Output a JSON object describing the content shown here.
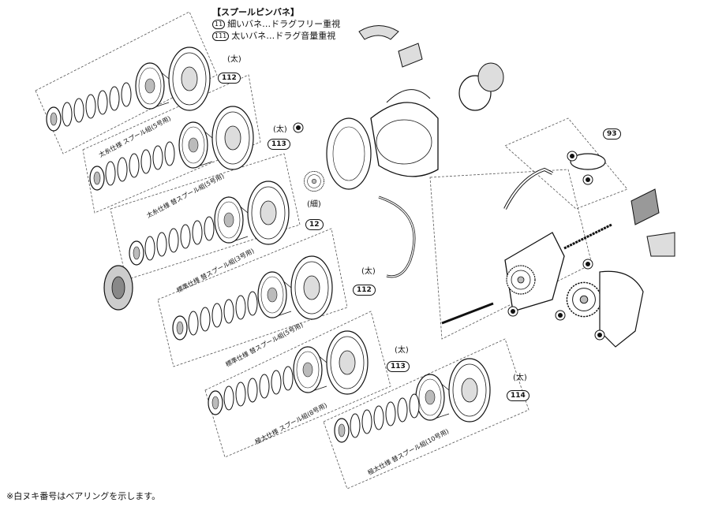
{
  "legend": {
    "title": "【スプールピンバネ】",
    "items": [
      {
        "num": "11",
        "text": "細いバネ…ドラグフリー重視"
      },
      {
        "num": "111",
        "text": "太いバネ…ドラグ音量重視"
      }
    ]
  },
  "footnote": "※白ヌキ番号はベアリングを示します。",
  "callouts": {
    "c112a": "112",
    "c113a": "113",
    "c12": "12",
    "c112b": "112",
    "c113b": "113",
    "c114": "114",
    "c93": "93"
  },
  "tags": {
    "futoi1": "(太)",
    "futoi2": "(太)",
    "futoi3": "(太)",
    "futoi4": "(太)",
    "futoi5": "(太)",
    "hosoi1": "(細)"
  },
  "spool_labels": {
    "s1": "太糸仕様 スプール組(5号用)",
    "s2": "太糸仕様 替スプール組(5号用)",
    "s3": "標準仕様 替スプール組(3号用)",
    "s4": "標準仕様 替スプール組(5号用)",
    "s5": "極太仕様 スプール組(8号用)",
    "s6": "極太仕様 替スプール組(10号用)"
  },
  "colors": {
    "line": "#111111",
    "dashed": "#555555",
    "fill": "#ffffff",
    "shade": "#bbbbbb"
  }
}
